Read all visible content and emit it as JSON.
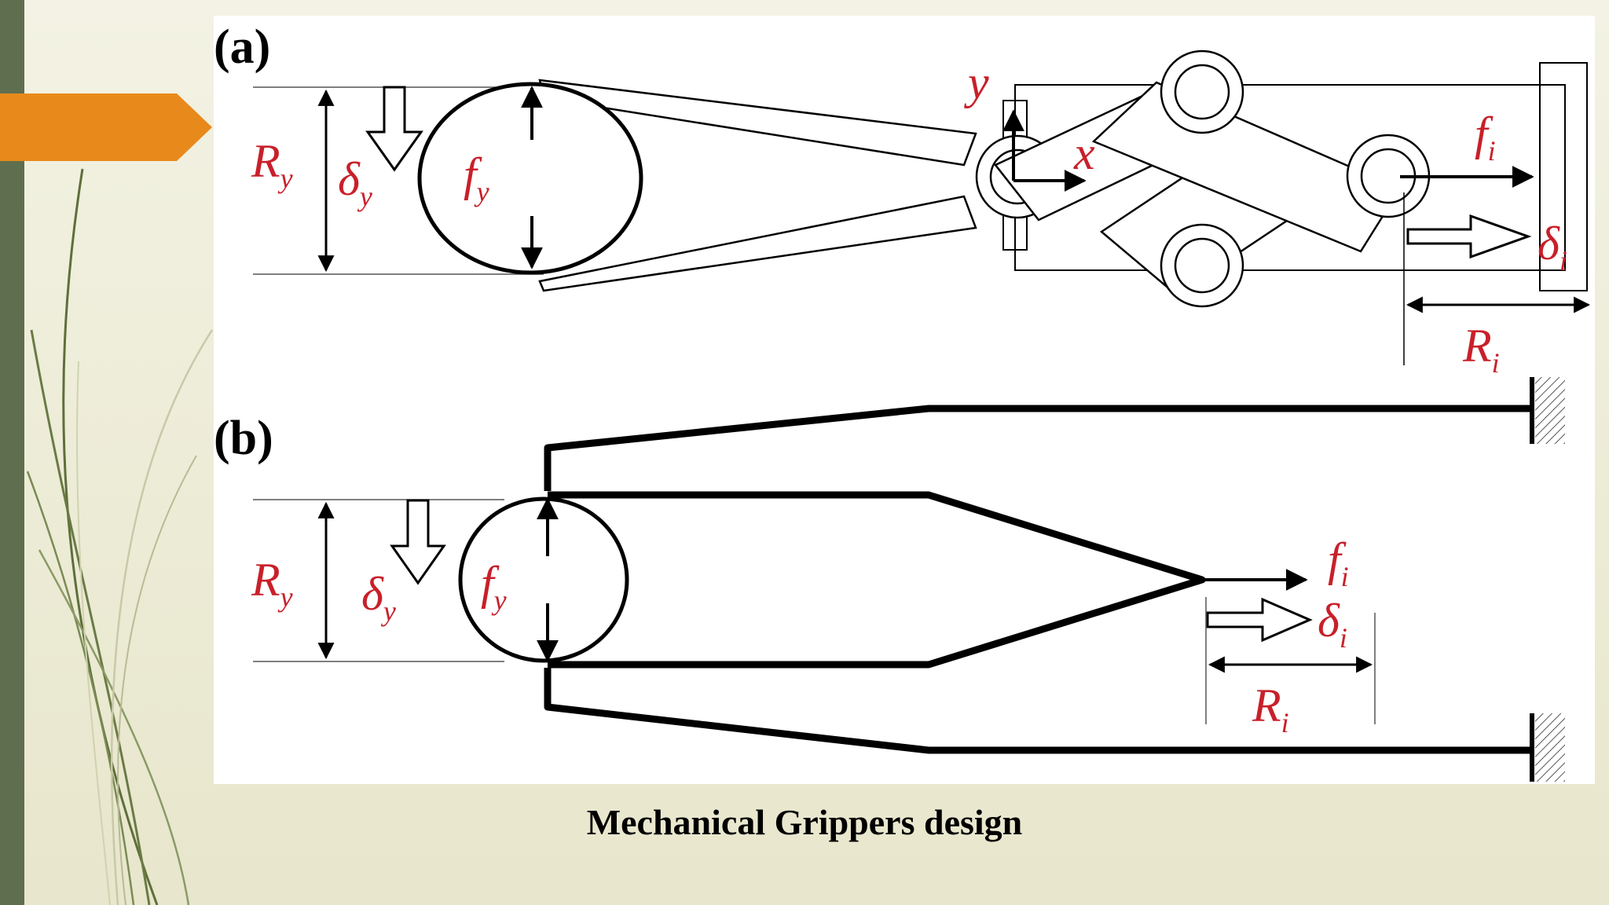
{
  "slide": {
    "caption": "Mechanical Grippers design",
    "colors": {
      "accent_orange": "#e8891c",
      "left_bar": "#5f6e4e",
      "label_red": "#c8202a",
      "background": "#f0efdd"
    }
  },
  "figure": {
    "panel_a": {
      "tag": "(a)",
      "labels": {
        "R": "R",
        "R_sub": "y",
        "delta": "δ",
        "delta_sub": "y",
        "f": "f",
        "f_sub": "y",
        "y_axis": "y",
        "x_axis": "x",
        "fi": "f",
        "fi_sub": "i",
        "di": "δ",
        "di_sub": "i",
        "Ri": "R",
        "Ri_sub": "i"
      }
    },
    "panel_b": {
      "tag": "(b)",
      "labels": {
        "R": "R",
        "R_sub": "y",
        "delta": "δ",
        "delta_sub": "y",
        "f": "f",
        "f_sub": "y",
        "fi": "f",
        "fi_sub": "i",
        "di": "δ",
        "di_sub": "i",
        "Ri": "R",
        "Ri_sub": "i"
      }
    }
  }
}
